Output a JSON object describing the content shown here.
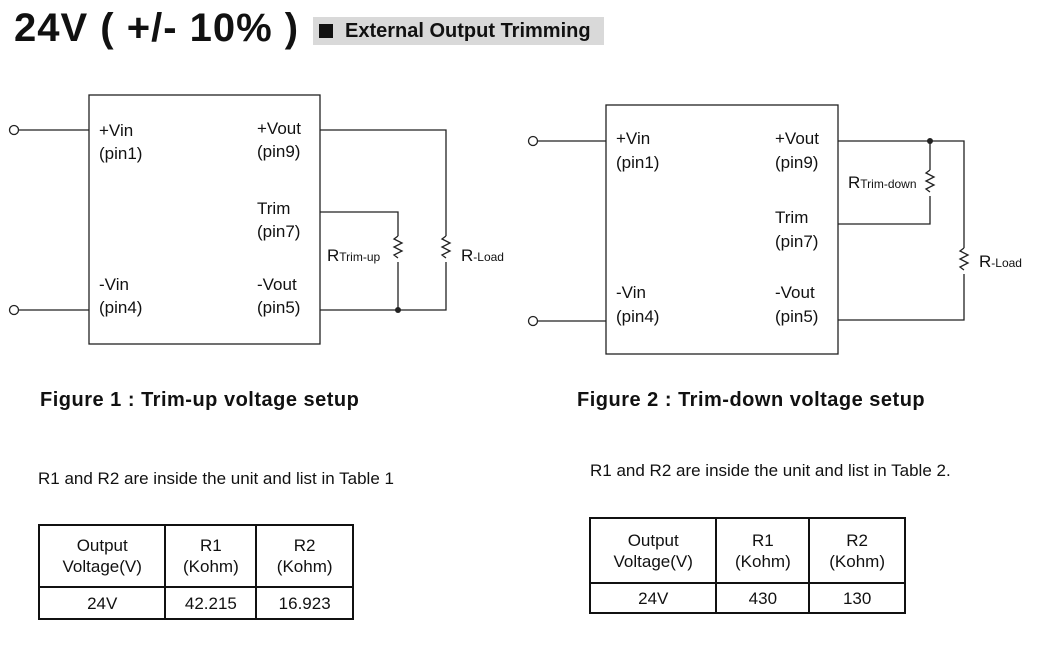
{
  "header": {
    "title": "24V ( +/- 10% )",
    "section_label": "External Output Trimming"
  },
  "figure1": {
    "pins": {
      "vin_pos": "+Vin",
      "vin_pos_pin": "(pin1)",
      "vin_neg": "-Vin",
      "vin_neg_pin": "(pin4)",
      "vout_pos": "+Vout",
      "vout_pos_pin": "(pin9)",
      "trim": "Trim",
      "trim_pin": "(pin7)",
      "vout_neg": "-Vout",
      "vout_neg_pin": "(pin5)"
    },
    "resistor_trim": {
      "main": "R",
      "sub": "Trim-up"
    },
    "resistor_load": {
      "main": "R",
      "sub": "-Load"
    },
    "caption": "Figure 1 : Trim-up voltage setup",
    "note": "R1 and R2 are inside the unit and list in Table 1",
    "table": {
      "headers": [
        [
          "Output",
          "Voltage(V)"
        ],
        [
          "R1",
          "(Kohm)"
        ],
        [
          "R2",
          "(Kohm)"
        ]
      ],
      "row": [
        "24V",
        "42.215",
        "16.923"
      ]
    }
  },
  "figure2": {
    "pins": {
      "vin_pos": "+Vin",
      "vin_pos_pin": "(pin1)",
      "vin_neg": "-Vin",
      "vin_neg_pin": "(pin4)",
      "vout_pos": "+Vout",
      "vout_pos_pin": "(pin9)",
      "trim": "Trim",
      "trim_pin": "(pin7)",
      "vout_neg": "-Vout",
      "vout_neg_pin": "(pin5)"
    },
    "resistor_trim": {
      "main": "R",
      "sub": "Trim-down"
    },
    "resistor_load": {
      "main": "R",
      "sub": "-Load"
    },
    "caption": "Figure 2 : Trim-down voltage setup",
    "note": "R1 and R2 are inside the unit and list in Table 2.",
    "table": {
      "headers": [
        [
          "Output",
          "Voltage(V)"
        ],
        [
          "R1",
          "(Kohm)"
        ],
        [
          "R2",
          "(Kohm)"
        ]
      ],
      "row": [
        "24V",
        "430",
        "130"
      ]
    }
  }
}
